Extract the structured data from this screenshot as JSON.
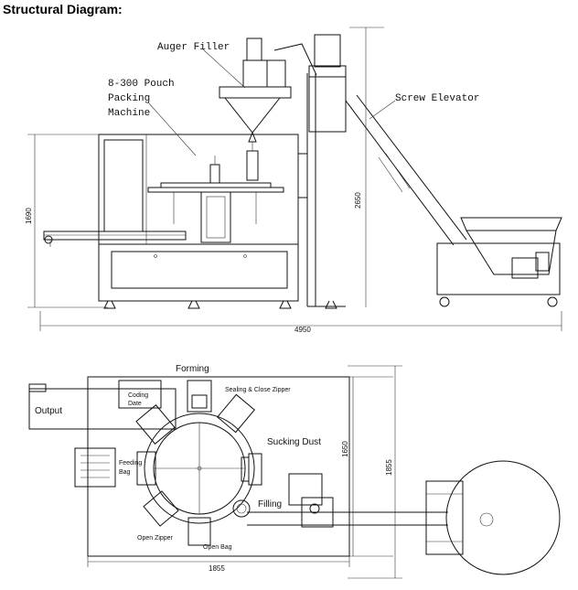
{
  "heading": "Structural Diagram:",
  "side_view": {
    "labels": {
      "auger_filler": "Auger Filler",
      "machine_l1": "8-300 Pouch",
      "machine_l2": "Packing",
      "machine_l3": "Machine",
      "screw_elevator": "Screw Elevator"
    },
    "dims": {
      "height_left": "1690",
      "height_total": "2650",
      "length_total": "4950"
    }
  },
  "top_view": {
    "labels": {
      "forming": "Forming",
      "sealing": "Sealing & Close Zipper",
      "sucking_dust": "Sucking Dust",
      "filling": "Filling",
      "output": "Output",
      "coding_l1": "Coding",
      "coding_l2": "Date",
      "feeding_l1": "Feeding",
      "feeding_l2": "Bag",
      "open_zipper": "Open Zipper",
      "open_bag": "Open Bag"
    },
    "dims": {
      "width": "1855",
      "height_inner": "1650",
      "height_outer": "1855"
    }
  }
}
